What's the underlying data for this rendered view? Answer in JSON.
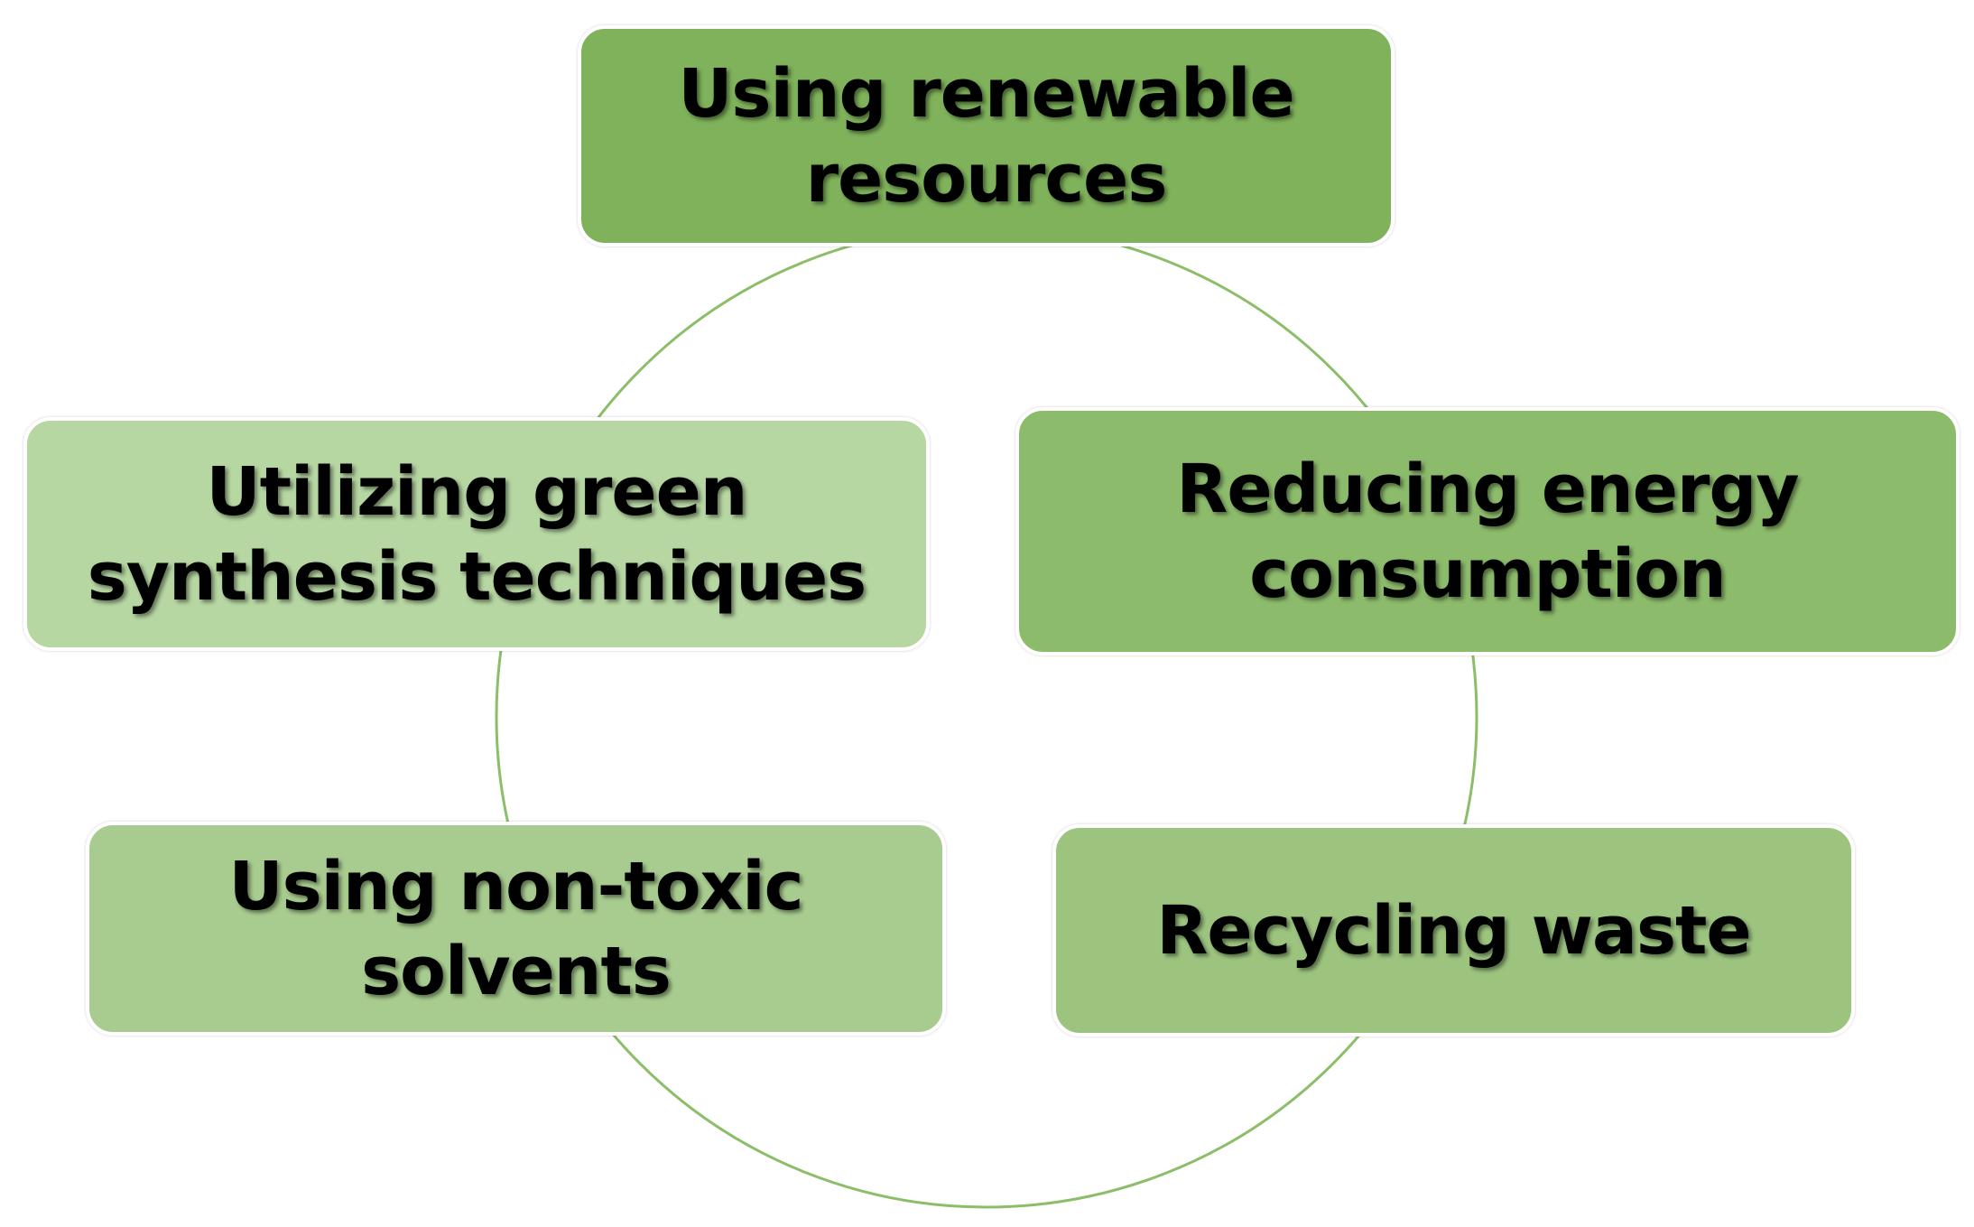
{
  "diagram": {
    "nodes": [
      {
        "label": "Using renewable resources",
        "color": "#7fb25b"
      },
      {
        "label": "Reducing energy consumption",
        "color": "#8dbb6c"
      },
      {
        "label": "Recycling waste",
        "color": "#9cc47f"
      },
      {
        "label": "Using non-toxic solvents",
        "color": "#a8cc8f"
      },
      {
        "label": "Utilizing green synthesis techniques",
        "color": "#b6d6a2"
      }
    ],
    "ring_color": "#8cbe6a"
  }
}
